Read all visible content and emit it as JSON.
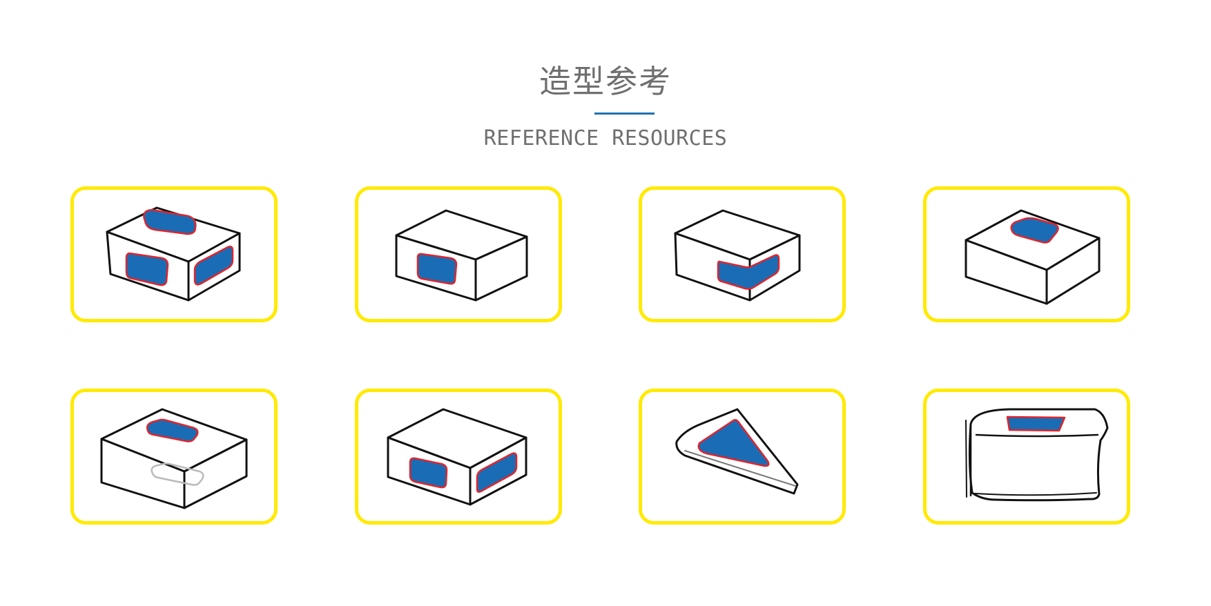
{
  "header": {
    "title": "造型参考",
    "subtitle": "REFERENCE RESOURCES"
  },
  "colors": {
    "card_border": "#ffea00",
    "accent_rule": "#1f6fb2",
    "window_fill": "#1a6db5",
    "window_outline": "#e0242c",
    "text": "#6f6f6f"
  },
  "cards": [
    {
      "shape": "box-windows-top-front-side"
    },
    {
      "shape": "box-window-front"
    },
    {
      "shape": "box-window-corner"
    },
    {
      "shape": "box-window-top"
    },
    {
      "shape": "box-window-top-with-bottom-outline"
    },
    {
      "shape": "box-windows-front-side"
    },
    {
      "shape": "wedge-triangle-window"
    },
    {
      "shape": "bag-window-top"
    }
  ]
}
